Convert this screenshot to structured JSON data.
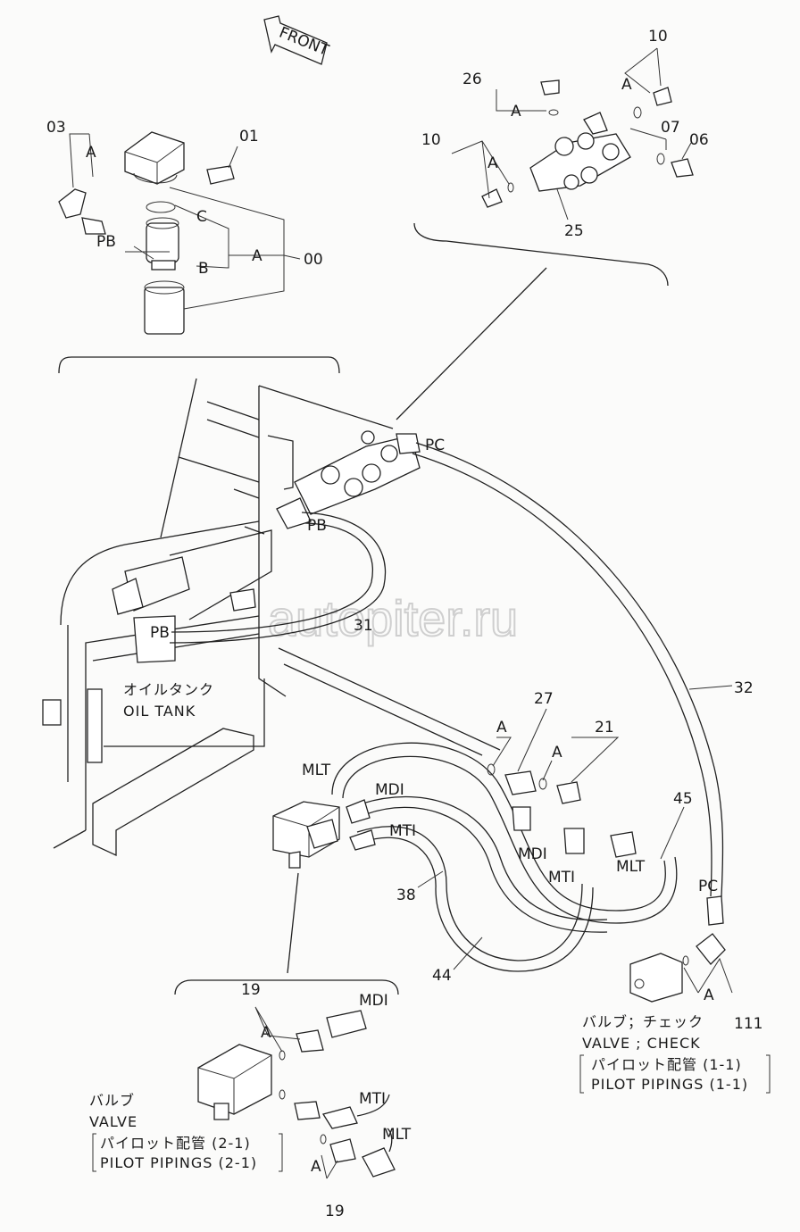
{
  "front_label": "FRONT",
  "watermark": "autopiter.ru",
  "oil_tank": {
    "jp": "オイルタンク",
    "en": "OIL TANK"
  },
  "callouts": {
    "c00": "00",
    "c01": "01",
    "c03": "03",
    "c06": "06",
    "c07": "07",
    "c10a": "10",
    "c10b": "10",
    "c19a": "19",
    "c19b": "19",
    "c21": "21",
    "c25": "25",
    "c26": "26",
    "c27": "27",
    "c31": "31",
    "c32": "32",
    "c38": "38",
    "c44": "44",
    "c45": "45",
    "c111": "111",
    "a": "A",
    "b": "B",
    "c": "C"
  },
  "port_labels": {
    "pb": "PB",
    "pc": "PC",
    "mlt": "MLT",
    "mdi": "MDI",
    "mti": "MTI"
  },
  "check_valve_block": {
    "jp": "バルブ；チェック",
    "en": "VALVE ; CHECK",
    "ref_jp": "パイロット配管 (1-1)",
    "ref_en": "PILOT PIPINGS (1-1)"
  },
  "valve_block": {
    "jp": "バルブ",
    "en": "VALVE",
    "ref_jp": "パイロット配管 (2-1)",
    "ref_en": "PILOT PIPINGS (2-1)"
  }
}
